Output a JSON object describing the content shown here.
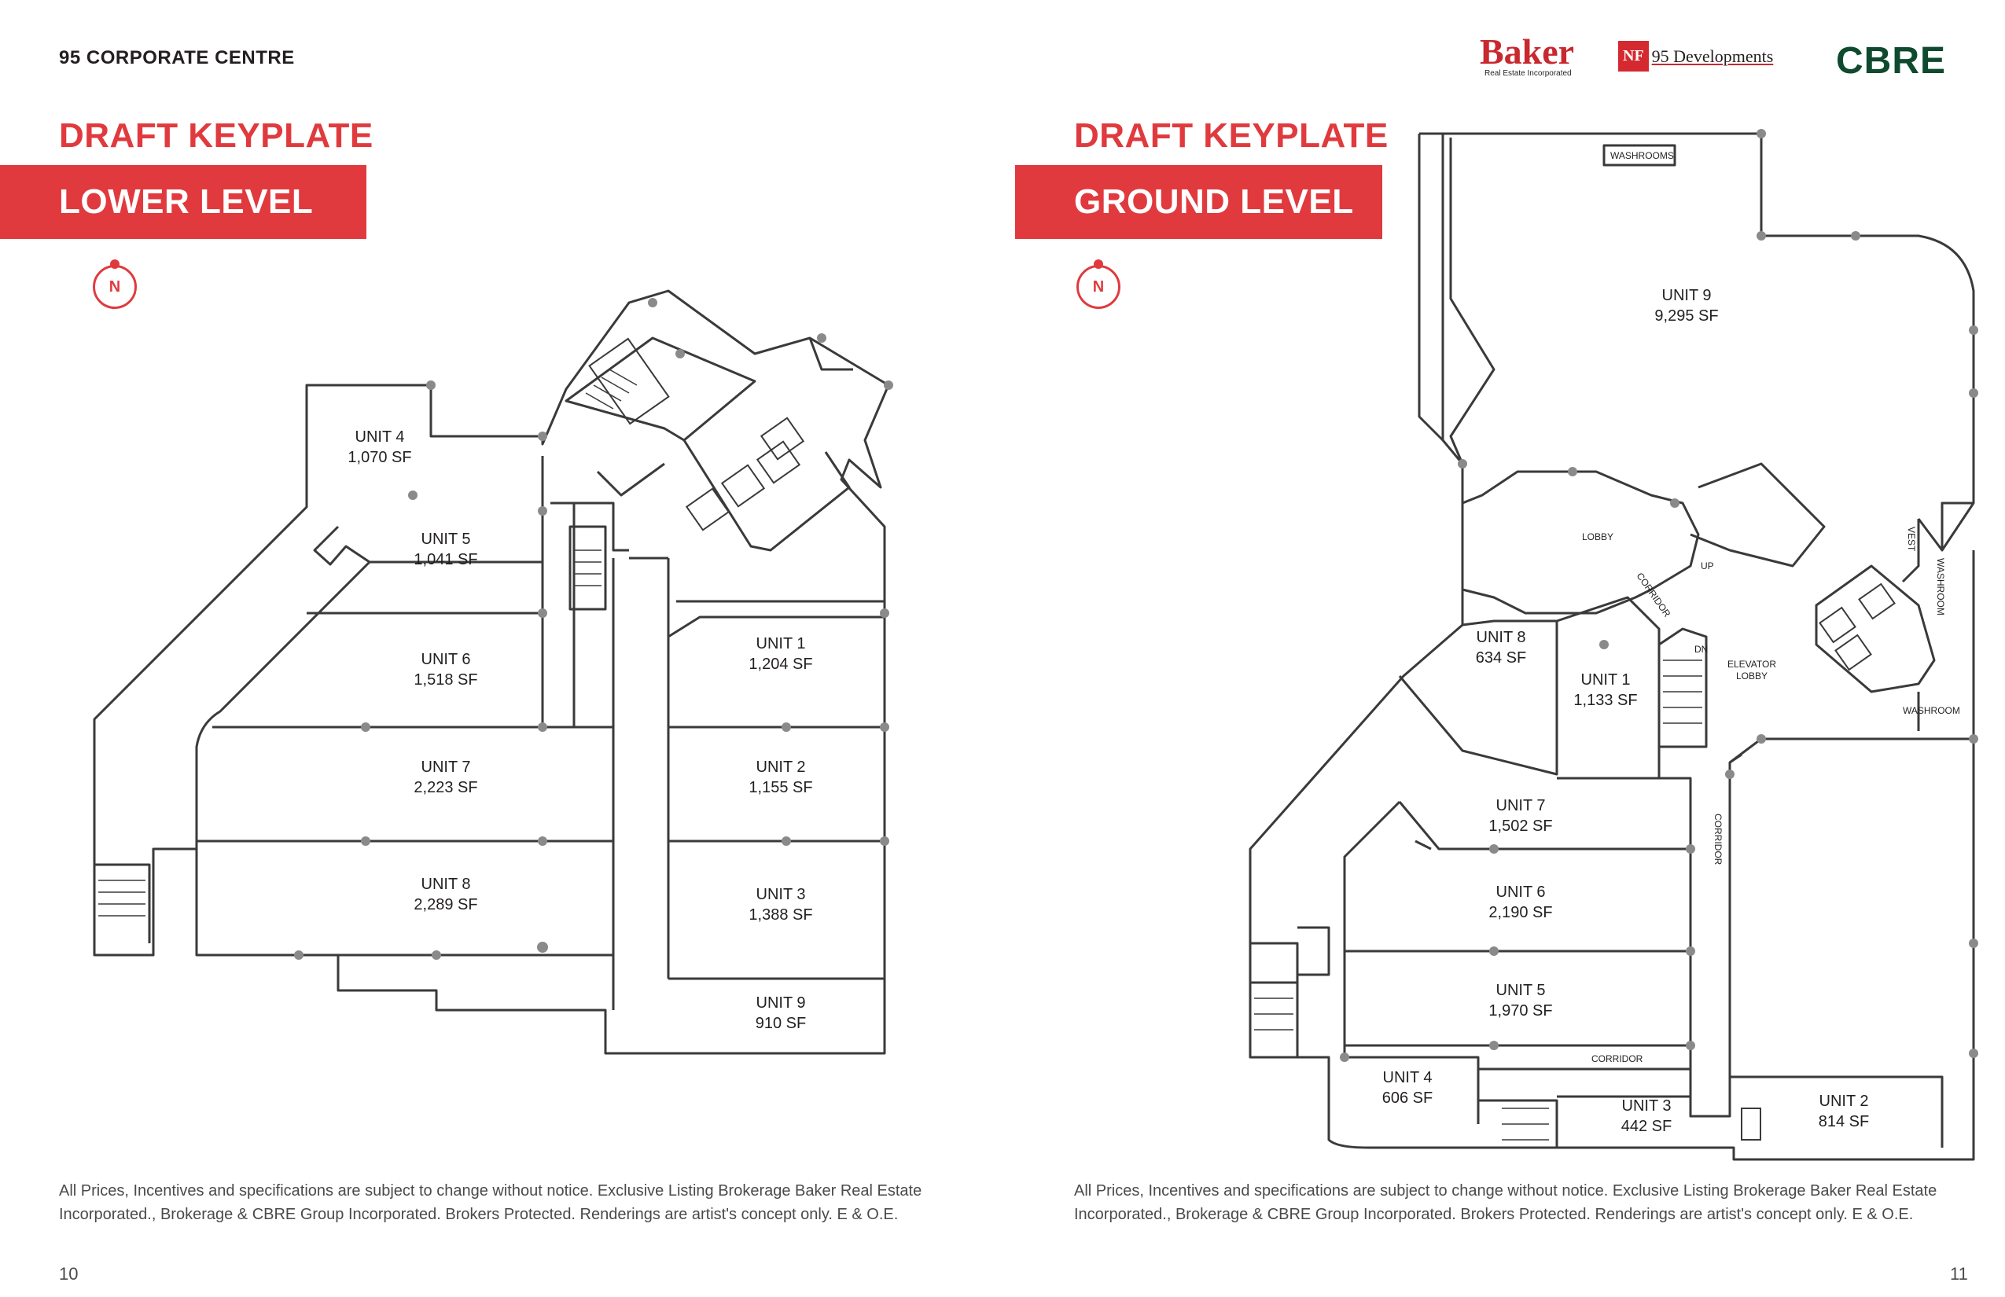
{
  "header": {
    "brand": "95 CORPORATE CENTRE",
    "logos": {
      "baker": "Baker",
      "baker_sub": "Real Estate Incorporated",
      "nf": "NF",
      "developments": "95 Developments",
      "cbre": "CBRE"
    }
  },
  "colors": {
    "accent": "#e03a3e",
    "ink": "#231f20",
    "cbre_green": "#0f4a2f"
  },
  "left": {
    "draft": "DRAFT KEYPLATE",
    "level": "LOWER LEVEL",
    "north": "N",
    "units": [
      {
        "name": "UNIT 4",
        "area": "1,070 SF"
      },
      {
        "name": "UNIT 5",
        "area": "1,041 SF"
      },
      {
        "name": "UNIT 6",
        "area": "1,518 SF"
      },
      {
        "name": "UNIT 7",
        "area": "2,223 SF"
      },
      {
        "name": "UNIT 8",
        "area": "2,289 SF"
      },
      {
        "name": "UNIT 1",
        "area": "1,204 SF"
      },
      {
        "name": "UNIT 2",
        "area": "1,155 SF"
      },
      {
        "name": "UNIT 3",
        "area": "1,388 SF"
      },
      {
        "name": "UNIT 9",
        "area": "910 SF"
      }
    ],
    "disclaimer": "All Prices, Incentives and specifications are subject to change without notice. Exclusive Listing Brokerage Baker Real Estate Incorporated., Brokerage & CBRE Group Incorporated. Brokers Protected. Renderings are artist's concept only. E & O.E.",
    "page": "10"
  },
  "right": {
    "draft": "DRAFT KEYPLATE",
    "level": "GROUND LEVEL",
    "north": "N",
    "units": [
      {
        "name": "UNIT 9",
        "area": "9,295 SF"
      },
      {
        "name": "UNIT 8",
        "area": "634 SF"
      },
      {
        "name": "UNIT 1",
        "area": "1,133 SF"
      },
      {
        "name": "UNIT 7",
        "area": "1,502 SF"
      },
      {
        "name": "UNIT 6",
        "area": "2,190 SF"
      },
      {
        "name": "UNIT 5",
        "area": "1,970 SF"
      },
      {
        "name": "UNIT 4",
        "area": "606 SF"
      },
      {
        "name": "UNIT 3",
        "area": "442 SF"
      },
      {
        "name": "UNIT 2",
        "area": "814 SF"
      }
    ],
    "labels": {
      "washrooms": "WASHROOMS",
      "lobby": "LOBBY",
      "corridor": "CORRIDOR",
      "up": "UP",
      "dn": "DN",
      "vest": "VEST",
      "washroom": "WASHROOM",
      "elevator_lobby_1": "ELEVATOR",
      "elevator_lobby_2": "LOBBY"
    },
    "disclaimer": "All Prices, Incentives and specifications are subject to change without notice. Exclusive Listing Brokerage Baker Real Estate Incorporated., Brokerage & CBRE Group Incorporated. Brokers Protected. Renderings are artist's concept only. E & O.E.",
    "page": "11"
  }
}
